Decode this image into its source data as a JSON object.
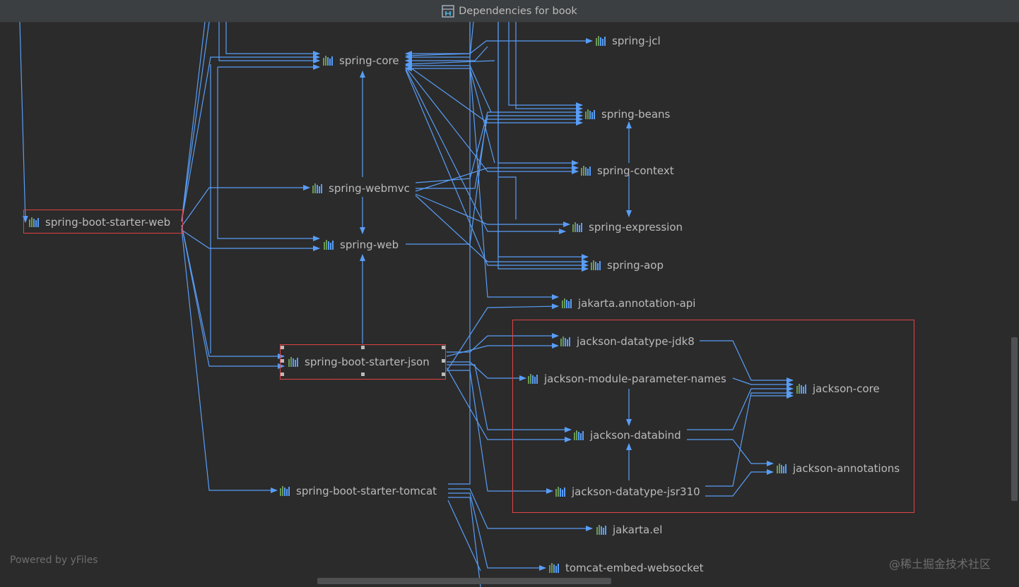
{
  "window": {
    "title": "Dependencies for book"
  },
  "nodes": {
    "spring_jcl": "spring-jcl",
    "spring_core": "spring-core",
    "spring_beans": "spring-beans",
    "spring_context": "spring-context",
    "spring_webmvc": "spring-webmvc",
    "spring_boot_starter_web": "spring-boot-starter-web",
    "spring_expression": "spring-expression",
    "spring_web": "spring-web",
    "spring_aop": "spring-aop",
    "jakarta_annotation_api": "jakarta.annotation-api",
    "jackson_datatype_jdk8": "jackson-datatype-jdk8",
    "spring_boot_starter_json": "spring-boot-starter-json",
    "jackson_module_parameter_names": "jackson-module-parameter-names",
    "jackson_core": "jackson-core",
    "jackson_databind": "jackson-databind",
    "jackson_annotations": "jackson-annotations",
    "spring_boot_starter_tomcat": "spring-boot-starter-tomcat",
    "jackson_datatype_jsr310": "jackson-datatype-jsr310",
    "jakarta_el": "jakarta.el",
    "tomcat_embed_websocket": "tomcat-embed-websocket"
  },
  "footer": {
    "powered_by": "Powered by yFiles",
    "watermark": "@稀土掘金技术社区"
  },
  "icons": {
    "library": "library-icon",
    "dependencies": "dependencies-icon"
  },
  "colors": {
    "edge": "#589df6",
    "selection": "#e04343",
    "background": "#2b2b2b"
  }
}
